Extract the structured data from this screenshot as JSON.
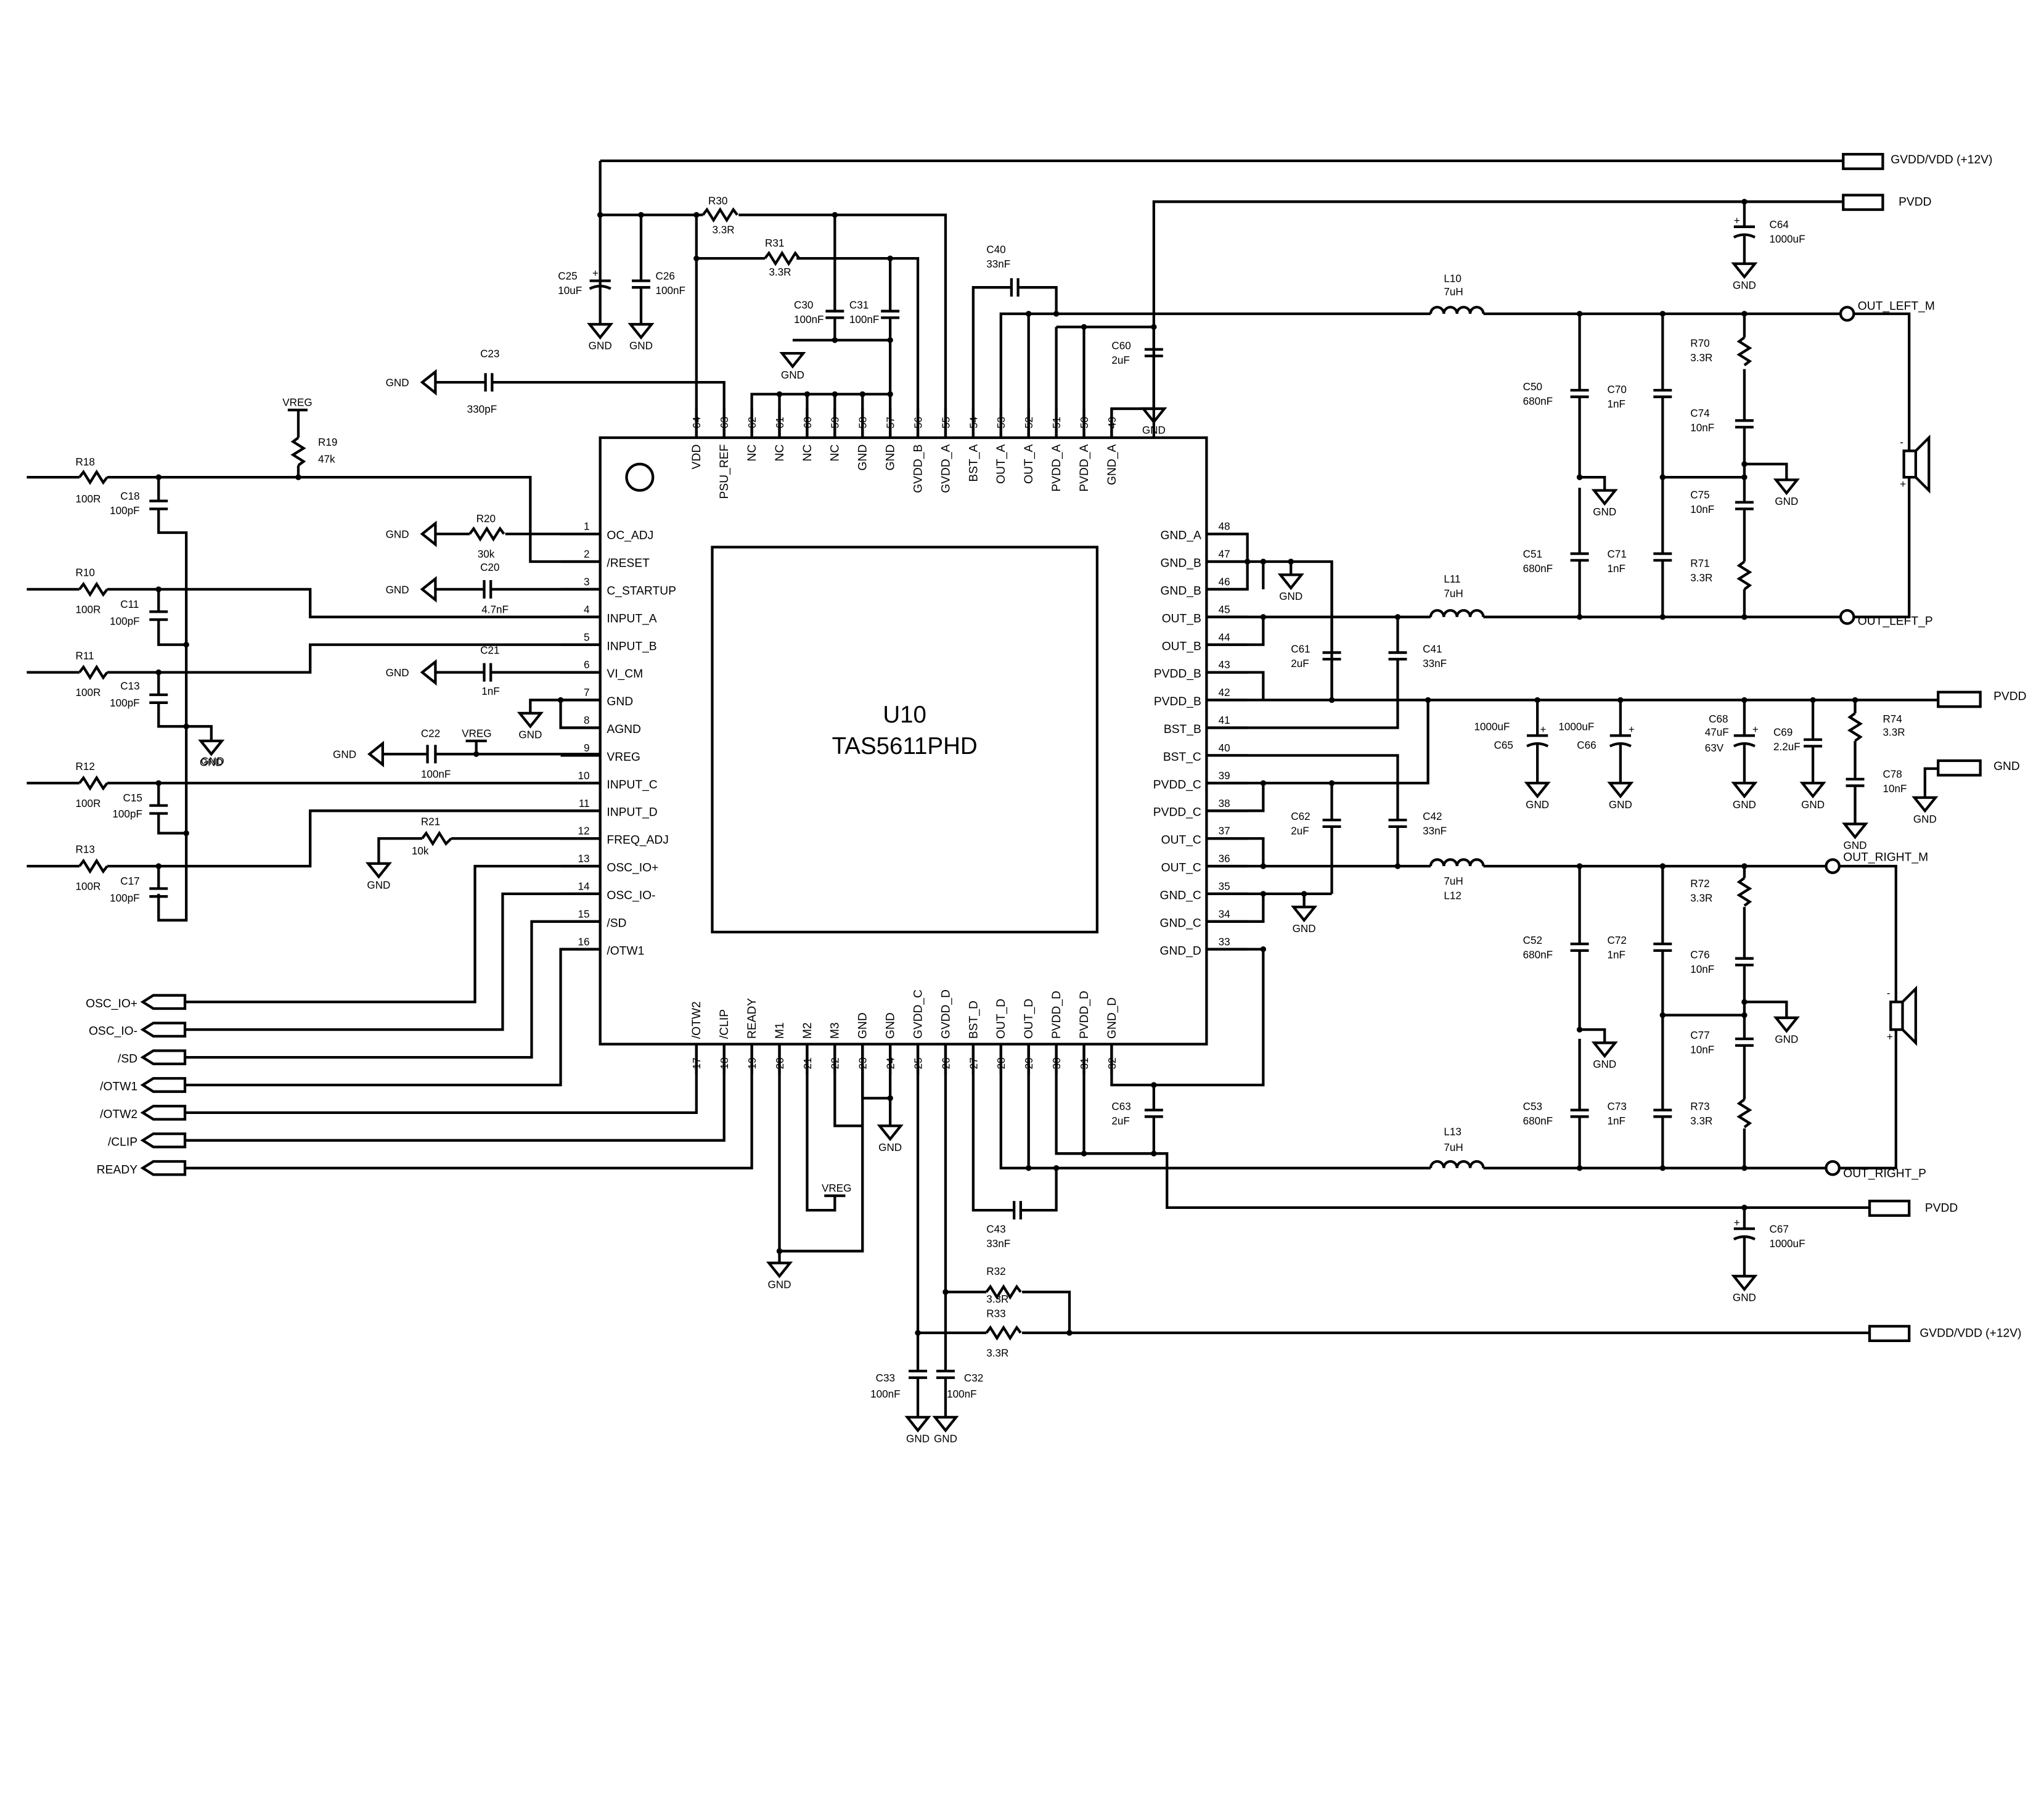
{
  "chip": {
    "ref": "U10",
    "part": "TAS5611PHD",
    "left_pins": [
      [
        "1",
        "OC_ADJ"
      ],
      [
        "2",
        "/RESET"
      ],
      [
        "3",
        "C_STARTUP"
      ],
      [
        "4",
        "INPUT_A"
      ],
      [
        "5",
        "INPUT_B"
      ],
      [
        "6",
        "VI_CM"
      ],
      [
        "7",
        "GND"
      ],
      [
        "8",
        "AGND"
      ],
      [
        "9",
        "VREG"
      ],
      [
        "10",
        "INPUT_C"
      ],
      [
        "11",
        "INPUT_D"
      ],
      [
        "12",
        "FREQ_ADJ"
      ],
      [
        "13",
        "OSC_IO+"
      ],
      [
        "14",
        "OSC_IO-"
      ],
      [
        "15",
        "/SD"
      ],
      [
        "16",
        "/OTW1"
      ]
    ],
    "bottom_pins": [
      [
        "17",
        "/OTW2"
      ],
      [
        "18",
        "/CLIP"
      ],
      [
        "19",
        "READY"
      ],
      [
        "20",
        "M1"
      ],
      [
        "21",
        "M2"
      ],
      [
        "22",
        "M3"
      ],
      [
        "23",
        "GND"
      ],
      [
        "24",
        "GND"
      ],
      [
        "25",
        "GVDD_C"
      ],
      [
        "26",
        "GVDD_D"
      ],
      [
        "27",
        "BST_D"
      ],
      [
        "28",
        "OUT_D"
      ],
      [
        "29",
        "OUT_D"
      ],
      [
        "30",
        "PVDD_D"
      ],
      [
        "31",
        "PVDD_D"
      ],
      [
        "32",
        "GND_D"
      ]
    ],
    "right_pins": [
      [
        "48",
        "GND_A"
      ],
      [
        "47",
        "GND_B"
      ],
      [
        "46",
        "GND_B"
      ],
      [
        "45",
        "OUT_B"
      ],
      [
        "44",
        "OUT_B"
      ],
      [
        "43",
        "PVDD_B"
      ],
      [
        "42",
        "PVDD_B"
      ],
      [
        "41",
        "BST_B"
      ],
      [
        "40",
        "BST_C"
      ],
      [
        "39",
        "PVDD_C"
      ],
      [
        "38",
        "PVDD_C"
      ],
      [
        "37",
        "OUT_C"
      ],
      [
        "36",
        "OUT_C"
      ],
      [
        "35",
        "GND_C"
      ],
      [
        "34",
        "GND_C"
      ],
      [
        "33",
        "GND_D"
      ]
    ],
    "top_pins": [
      [
        "64",
        "VDD"
      ],
      [
        "63",
        "PSU_REF"
      ],
      [
        "62",
        "NC"
      ],
      [
        "61",
        "NC"
      ],
      [
        "60",
        "NC"
      ],
      [
        "59",
        "NC"
      ],
      [
        "58",
        "GND"
      ],
      [
        "57",
        "GND"
      ],
      [
        "56",
        "GVDD_B"
      ],
      [
        "55",
        "GVDD_A"
      ],
      [
        "54",
        "BST_A"
      ],
      [
        "53",
        "OUT_A"
      ],
      [
        "52",
        "OUT_A"
      ],
      [
        "51",
        "PVDD_A"
      ],
      [
        "50",
        "PVDD_A"
      ],
      [
        "49",
        "GND_A"
      ]
    ]
  },
  "components": {
    "top": [
      {
        "ref": "R30",
        "val": "3.3R"
      },
      {
        "ref": "R31",
        "val": "3.3R"
      },
      {
        "ref": "C25",
        "val": "10uF"
      },
      {
        "ref": "C26",
        "val": "100nF"
      },
      {
        "ref": "C30",
        "val": "100nF"
      },
      {
        "ref": "C31",
        "val": "100nF"
      },
      {
        "ref": "C40",
        "val": "33nF"
      },
      {
        "ref": "C23",
        "val": "330pF"
      },
      {
        "ref": "C60",
        "val": "2uF"
      },
      {
        "ref": "C64",
        "val": "1000uF"
      },
      {
        "ref": "L10",
        "val": "7uH"
      }
    ],
    "left": [
      {
        "ref": "R18",
        "val": "100R"
      },
      {
        "ref": "C18",
        "val": "100pF"
      },
      {
        "ref": "R10",
        "val": "100R"
      },
      {
        "ref": "C11",
        "val": "100pF"
      },
      {
        "ref": "R11",
        "val": "100R"
      },
      {
        "ref": "C13",
        "val": "100pF"
      },
      {
        "ref": "R12",
        "val": "100R"
      },
      {
        "ref": "C15",
        "val": "100pF"
      },
      {
        "ref": "R13",
        "val": "100R"
      },
      {
        "ref": "C17",
        "val": "100pF"
      },
      {
        "ref": "R19",
        "val": "47k"
      },
      {
        "ref": "R20",
        "val": "30k"
      },
      {
        "ref": "C20",
        "val": "4.7nF"
      },
      {
        "ref": "C21",
        "val": "1nF"
      },
      {
        "ref": "C22",
        "val": "100nF"
      },
      {
        "ref": "R21",
        "val": "10k"
      }
    ],
    "right_top": [
      {
        "ref": "C50",
        "val": "680nF"
      },
      {
        "ref": "C70",
        "val": "1nF"
      },
      {
        "ref": "R70",
        "val": "3.3R"
      },
      {
        "ref": "C74",
        "val": "10nF"
      },
      {
        "ref": "C75",
        "val": "10nF"
      },
      {
        "ref": "C51",
        "val": "680nF"
      },
      {
        "ref": "C71",
        "val": "1nF"
      },
      {
        "ref": "R71",
        "val": "3.3R"
      },
      {
        "ref": "L11",
        "val": "7uH"
      },
      {
        "ref": "C61",
        "val": "2uF"
      },
      {
        "ref": "C41",
        "val": "33nF"
      }
    ],
    "right_mid": [
      {
        "ref": "C65",
        "val": "1000uF"
      },
      {
        "ref": "C66",
        "val": "1000uF"
      },
      {
        "ref": "C68",
        "val": "47uF"
      },
      {
        "ref": "C69",
        "val": "2.2uF"
      },
      {
        "ref": "R74",
        "val": "3.3R"
      },
      {
        "ref": "C78",
        "val": "10nF"
      },
      {
        "ref": "C62",
        "val": "2uF"
      },
      {
        "ref": "C42",
        "val": "33nF"
      },
      {
        "ref": "L12",
        "val": "7uH"
      }
    ],
    "right_bottom": [
      {
        "ref": "C52",
        "val": "680nF"
      },
      {
        "ref": "C72",
        "val": "1nF"
      },
      {
        "ref": "R72",
        "val": "3.3R"
      },
      {
        "ref": "C76",
        "val": "10nF"
      },
      {
        "ref": "C77",
        "val": "10nF"
      },
      {
        "ref": "C53",
        "val": "680nF"
      },
      {
        "ref": "C73",
        "val": "1nF"
      },
      {
        "ref": "R73",
        "val": "3.3R"
      },
      {
        "ref": "L13",
        "val": "7uH"
      },
      {
        "ref": "C63",
        "val": "2uF"
      },
      {
        "ref": "C67",
        "val": "1000uF"
      }
    ],
    "bottom": [
      {
        "ref": "C43",
        "val": "33nF"
      },
      {
        "ref": "R32",
        "val": "3.3R"
      },
      {
        "ref": "R33",
        "val": "3.3R"
      },
      {
        "ref": "C33",
        "val": "100nF"
      },
      {
        "ref": "C32",
        "val": "100nF"
      }
    ],
    "c68_voltage": "63V"
  },
  "nets": {
    "gnd": "GND",
    "vreg": "VREG",
    "pvdd": "PVDD",
    "gvdd": "GVDD/VDD (+12V)",
    "out_left_m": "OUT_LEFT_M",
    "out_left_p": "OUT_LEFT_P",
    "out_right_m": "OUT_RIGHT_M",
    "out_right_p": "OUT_RIGHT_P"
  },
  "ports": [
    "OSC_IO+",
    "OSC_IO-",
    "/SD",
    "/OTW1",
    "/OTW2",
    "/CLIP",
    "READY"
  ],
  "polarity": {
    "minus": "-",
    "plus": "+"
  }
}
